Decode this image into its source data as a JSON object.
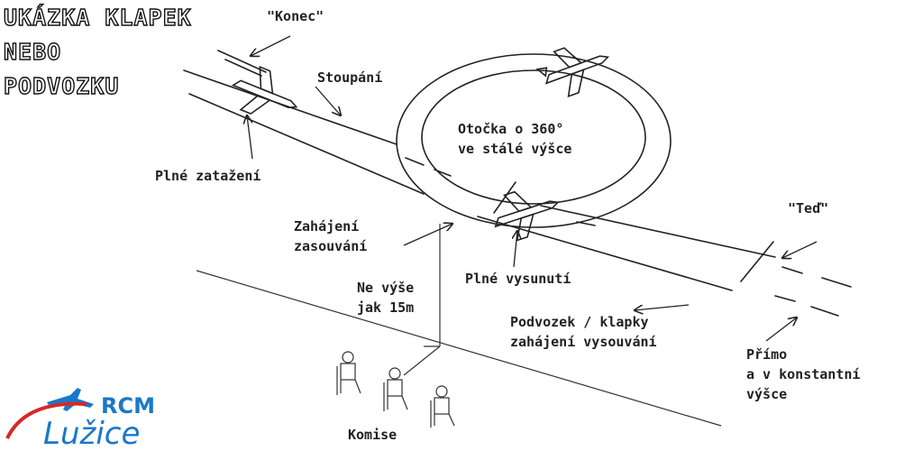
{
  "title": {
    "line1": "UKÁZKA KLAPEK",
    "line2": "NEBO",
    "line3": "PODVOZKU"
  },
  "labels": {
    "konec": "\"Konec\"",
    "stoupani": "Stoupání",
    "plne_zatazeni": "Plné zatažení",
    "otocka_1": "Otočka o 360°",
    "otocka_2": "ve stálé výšce",
    "zahajeni_1": "Zahájení",
    "zahajeni_2": "zasouvání",
    "ted": "\"Teď\"",
    "ne_vyse_1": "Ne výše",
    "ne_vyse_2": "jak 15m",
    "plne_vysunuti": "Plné vysunutí",
    "podvozek_1": "Podvozek / klapky",
    "podvozek_2": "zahájení vysouvání",
    "primo_1": "Přímo",
    "primo_2": "a v konstantní",
    "primo_3": "výšce",
    "komise": "Komise"
  },
  "logo": {
    "brand": "RCM",
    "name": "Lužice",
    "colors": {
      "primary": "#1a78c8",
      "accent": "#d62828"
    }
  }
}
